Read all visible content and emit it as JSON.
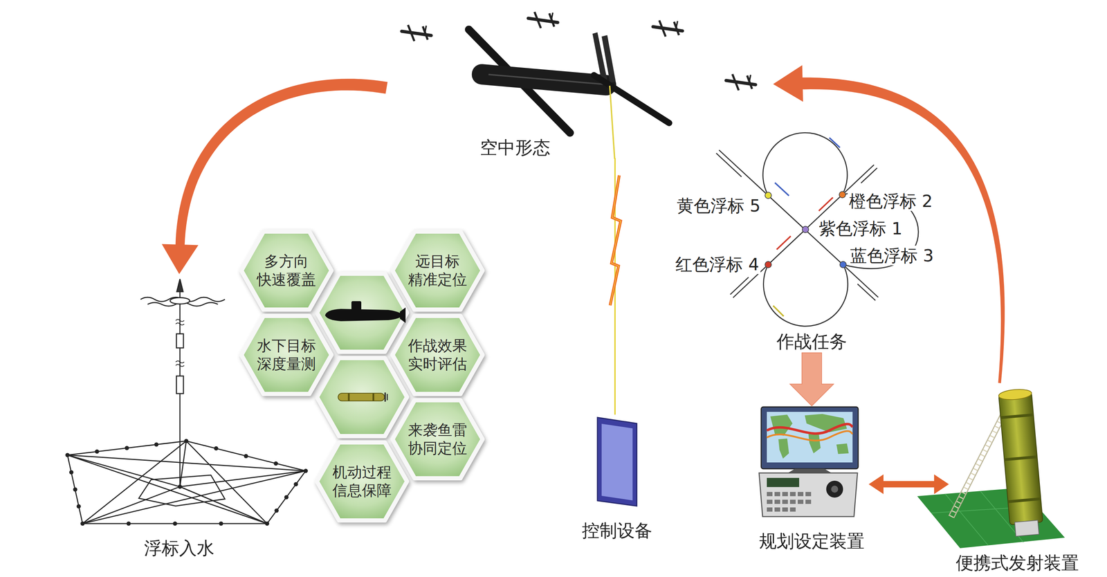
{
  "diagram": {
    "nodes": [
      {
        "text": [
          "空中形态"
        ]
      },
      {
        "text": [
          "作战任务"
        ]
      },
      {
        "text": [
          "多方向 快速覆盖"
        ]
      },
      {
        "text": [
          "远目标 精准定位"
        ]
      },
      {
        "text": [
          "水下目标 深度量测"
        ]
      },
      {
        "text": [
          "作战效果 实时评估"
        ]
      },
      {
        "text": [
          "来袭鱼雷 协同定位"
        ]
      },
      {
        "text": [
          "机动过程 信息保障"
        ]
      },
      {
        "text": [
          "控制设备"
        ]
      },
      {
        "text": [
          "规划设定装置"
        ]
      },
      {
        "text": [
          "便携式发射装置"
        ]
      },
      {
        "text": [
          "浮标入水"
        ]
      }
    ],
    "edges": [
      {
        "from": 10,
        "to": 0,
        "arrow": "to"
      },
      {
        "from": 0,
        "to": 11,
        "arrow": "to"
      },
      {
        "from": 1,
        "to": 9,
        "arrow": "to"
      },
      {
        "from": 9,
        "to": 10,
        "arrow": "both"
      },
      {
        "from": 0,
        "to": 8,
        "arrow": "none"
      }
    ],
    "labels": [
      "黄色浮标 5",
      "橙色浮标 2",
      "紫色浮标 1",
      "蓝色浮标 3",
      "红色浮标 4"
    ]
  }
}
